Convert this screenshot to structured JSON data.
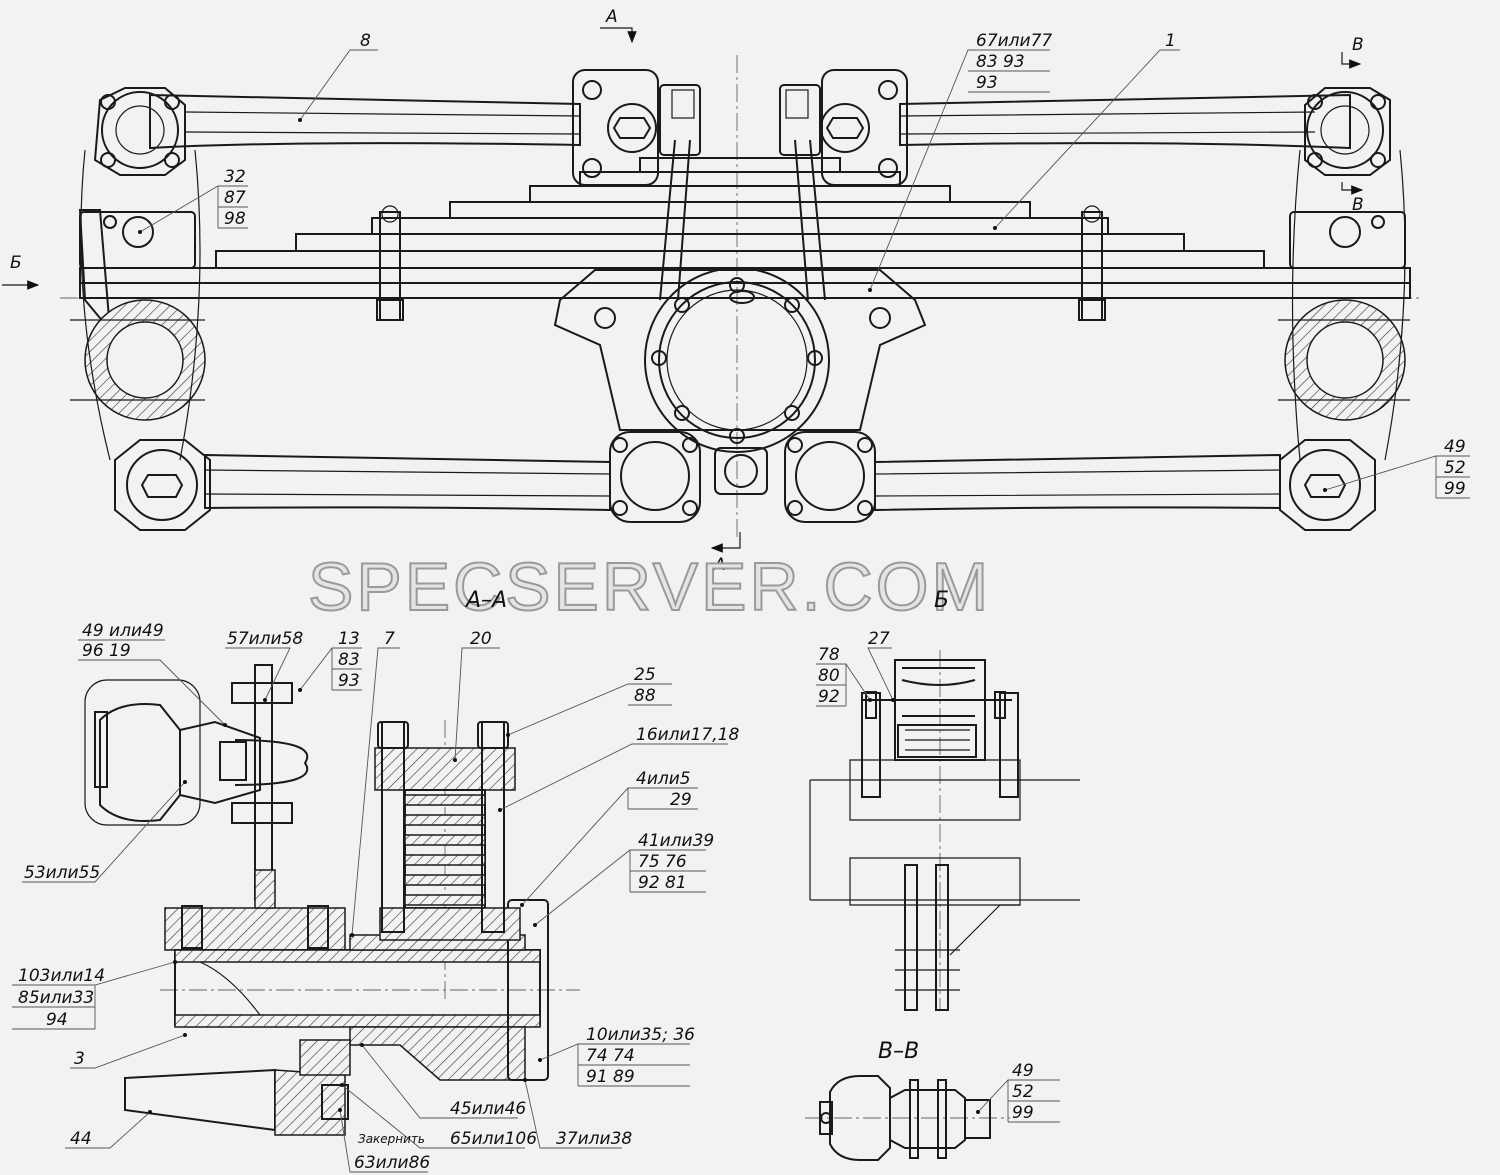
{
  "watermark": "SPECSERVER.COM",
  "section_marks": {
    "a_top": "А",
    "a_bottom": "А",
    "b_left": "Б",
    "v_top": "В",
    "v_right": "В"
  },
  "view_titles": {
    "section_aa": "А–А",
    "view_b": "Б",
    "section_vv": "В–В"
  },
  "note": "Закернить",
  "callouts_main": {
    "c8": [
      "8"
    ],
    "c67": [
      "67или77",
      "83   93",
      "93"
    ],
    "c1": [
      "1"
    ],
    "c32": [
      "32",
      "87",
      "98"
    ],
    "c49": [
      "49",
      "52",
      "99"
    ]
  },
  "callouts_aa": {
    "c49_19": [
      "49 или49",
      "96      19"
    ],
    "c57": [
      "57или58"
    ],
    "c13": [
      "13",
      "83",
      "93"
    ],
    "c7": [
      "7"
    ],
    "c20": [
      "20"
    ],
    "c25": [
      "25",
      "88"
    ],
    "c16": [
      "16или17,18"
    ],
    "c4": [
      "4или5",
      "29"
    ],
    "c41": [
      "41или39",
      "75   76",
      "92   81"
    ],
    "c53": [
      "53или55"
    ],
    "c103": [
      "103или14",
      "85или33",
      "94"
    ],
    "c3": [
      "3"
    ],
    "c10": [
      "10или35; 36",
      "74         74",
      "91         89"
    ],
    "c44": [
      "44"
    ],
    "c45": [
      "45или46"
    ],
    "c65": [
      "65или106"
    ],
    "c37": [
      "37или38"
    ],
    "c63": [
      "63или86"
    ]
  },
  "callouts_b": {
    "c27": [
      "27"
    ],
    "c78": [
      "78",
      "80",
      "92"
    ]
  },
  "callouts_vv": {
    "c49": [
      "49",
      "52",
      "99"
    ]
  }
}
